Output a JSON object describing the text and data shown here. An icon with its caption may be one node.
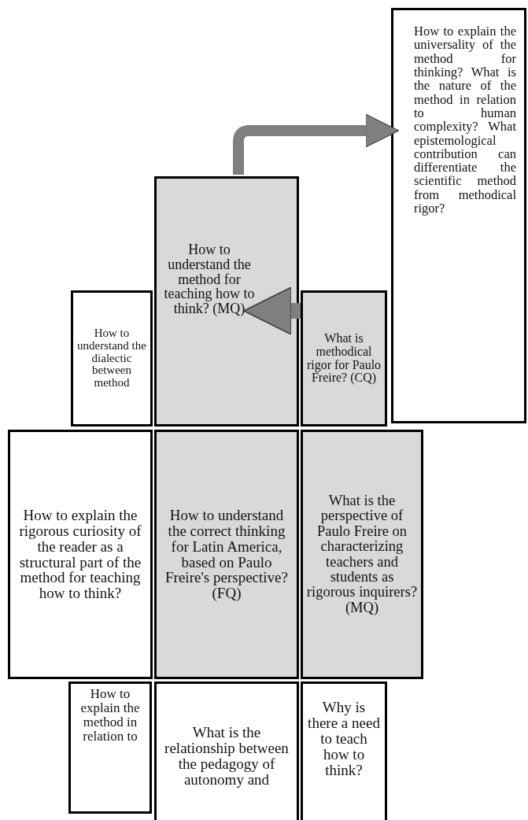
{
  "diagram": {
    "nodes": [
      {
        "text": [
          "How to explain the universality of the method for thinking? What is the nature of the method in relation to human complexity? What epistemological contribution can differentiate the scientific method from methodical rigor?"
        ]
      },
      {
        "text": [
          "How to understand the method for teaching how to think? (MQ)"
        ]
      },
      {
        "text": [
          "How to understand the dialectic between method"
        ]
      },
      {
        "text": [
          "What is methodical rigor for Paulo Freire? (CQ)"
        ]
      },
      {
        "text": [
          "How to explain the rigorous curiosity of the reader as a structural part of the method for teaching how to think?"
        ]
      },
      {
        "text": [
          "How to understand the correct thinking for Latin America, based on Paulo Freire's perspective? (FQ)"
        ]
      },
      {
        "text": [
          "What is the perspective of Paulo Freire on characterizing teachers and students as rigorous inquirers? (MQ)"
        ]
      },
      {
        "text": [
          "How to explain the method in relation to"
        ]
      },
      {
        "text": [
          "What is the relationship between the pedagogy of autonomy and"
        ]
      },
      {
        "text": [
          "Why is there a need to teach how to think?"
        ]
      }
    ],
    "edges": [
      {
        "from": 1,
        "to": 0,
        "arrow": "to"
      },
      {
        "from": 3,
        "to": 1,
        "arrow": "to"
      }
    ]
  }
}
